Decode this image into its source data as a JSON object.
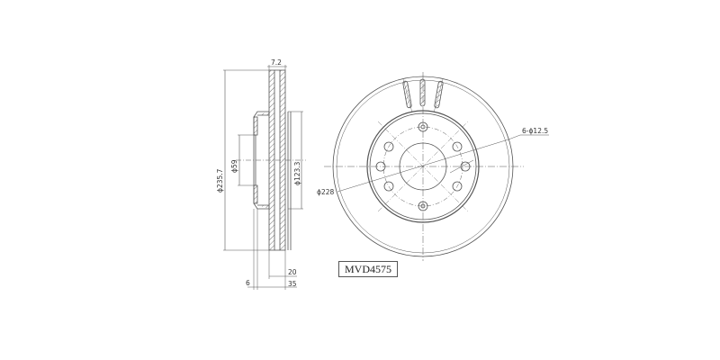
{
  "drawing": {
    "part_number": "MVD4575",
    "side_view": {
      "thickness_label": "7.2",
      "outer_diameter_label": "ϕ235.7",
      "center_bore_label": "ϕ59",
      "hub_diameter_label": "ϕ123.3",
      "depth_inner_label": "20",
      "depth_total_label": "35",
      "flange_thickness_label": "6"
    },
    "front_view": {
      "bolt_holes_label": "6-ϕ12.5",
      "bolt_circle_label": "ϕ228"
    }
  }
}
